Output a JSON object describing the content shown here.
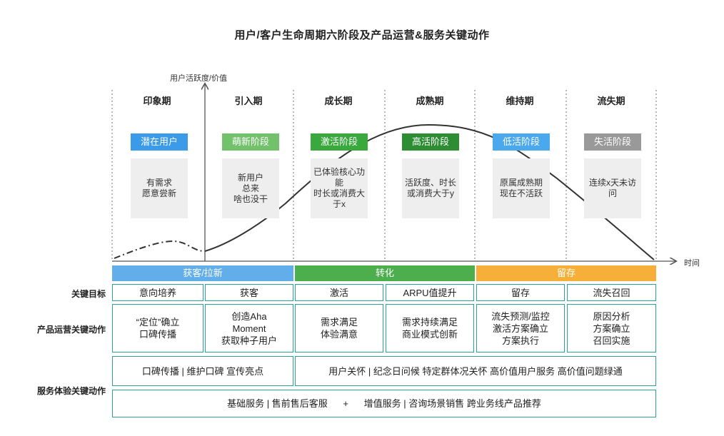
{
  "title": "用户/客户生命周期六阶段及产品运营&服务关键动作",
  "axis": {
    "y_label": "用户活跃度/价值",
    "x_label": "时间"
  },
  "colors": {
    "blue": "#3b9be8",
    "light_green": "#72c26c",
    "green": "#39a83d",
    "dark_green": "#2c8d33",
    "light_blue": "#4aa8ec",
    "gray": "#999999",
    "band_blue": "#62aeea",
    "band_green": "#4cae4c",
    "band_orange": "#f6b03a",
    "border_teal": "#2aa29a"
  },
  "phases": [
    {
      "name": "印象期",
      "tag": "潜在用户",
      "desc": "有需求\n愿意尝新"
    },
    {
      "name": "引入期",
      "tag": "萌新阶段",
      "desc": "新用户\n总来\n啥也没干"
    },
    {
      "name": "成长期",
      "tag": "激活阶段",
      "desc": "已体验核心功能\n时长或消费大于x"
    },
    {
      "name": "成熟期",
      "tag": "高活阶段",
      "desc": "活跃度、时长\n或消费大于y"
    },
    {
      "name": "维持期",
      "tag": "低活阶段",
      "desc": "原属成熟期\n现在不活跃"
    },
    {
      "name": "流失期",
      "tag": "失活阶段",
      "desc": "连续x天未访问"
    }
  ],
  "bands": [
    {
      "label": "获客/拉新"
    },
    {
      "label": "转化"
    },
    {
      "label": "留存"
    }
  ],
  "row_labels": {
    "goals": "关键目标",
    "ops": "产品运营关键动作",
    "service": "服务体验关键动作"
  },
  "goals": [
    "意向培养",
    "获客",
    "激活",
    "ARPU值提升",
    "留存",
    "流失召回"
  ],
  "ops": [
    "“定位”确立\n口碑传播",
    "创造Aha\nMoment\n获取种子用户",
    "需求满足\n体验满意",
    "需求持续满足\n商业模式创新",
    "流失预测/监控\n激活方案确立\n方案执行",
    "原因分析\n方案确立\n召回实施"
  ],
  "service": {
    "row1_left": "口碑传播 | 维护口碑 宣传亮点",
    "row1_right": "用户关怀 | 纪念日问候 特定群体况关怀 高价值用户服务 高价值问题绿通",
    "row2": "基础服务 | 售前售后客服      +      增值服务 | 咨询场景销售 跨业务线产品推荐"
  }
}
